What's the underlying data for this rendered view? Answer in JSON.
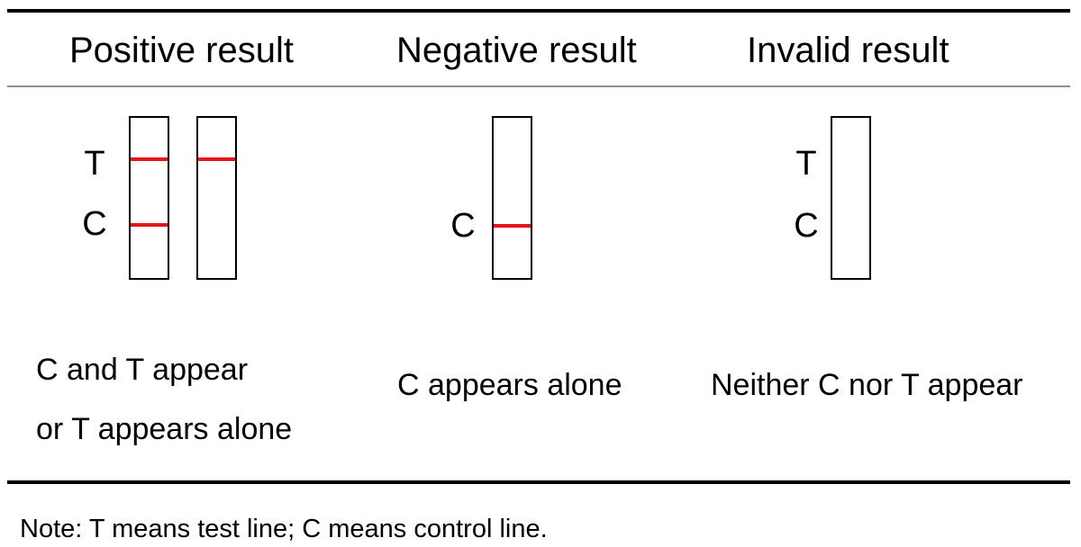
{
  "colors": {
    "rule": "#000000",
    "divider": "#8f8f8f",
    "strip_border": "#000000",
    "result_line": "#e8141b"
  },
  "columns": [
    {
      "heading": "Positive result",
      "labels": {
        "t": "T",
        "c": "C"
      },
      "description_lines": [
        "C and T appear",
        "or T appears alone"
      ]
    },
    {
      "heading": "Negative result",
      "labels": {
        "c": "C"
      },
      "description_lines": [
        "C appears alone"
      ]
    },
    {
      "heading": "Invalid result",
      "labels": {
        "t": "T",
        "c": "C"
      },
      "description_lines": [
        "Neither C nor T appear"
      ]
    }
  ],
  "note": "Note: T means test line; C means control line."
}
